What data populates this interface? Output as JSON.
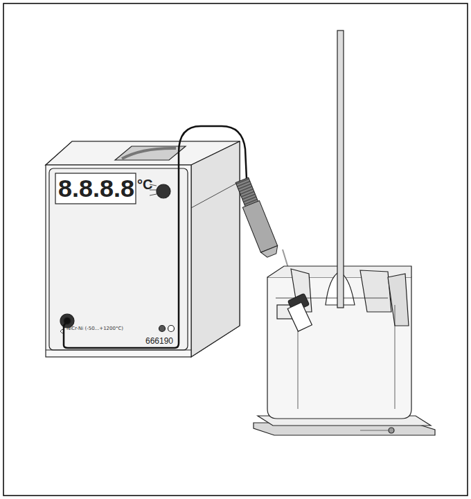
{
  "diagram": {
    "labels": [
      "8.8.8.8",
      "°C",
      "NiCr-Ni (-50...+1200°C)",
      "666190"
    ]
  }
}
